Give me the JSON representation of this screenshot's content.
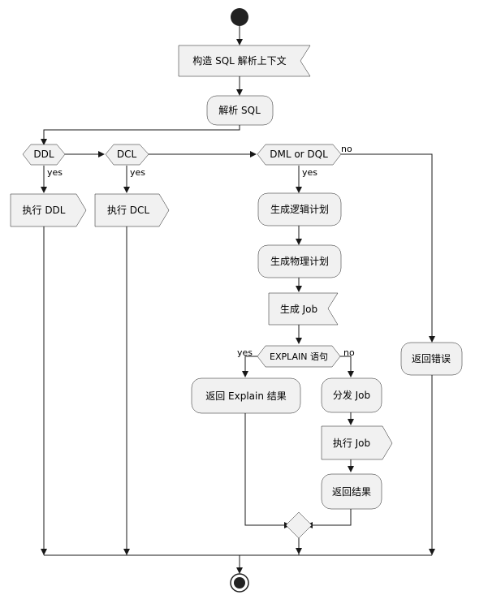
{
  "nodes": {
    "build_ctx": "构造 SQL 解析上下文",
    "parse_sql": "解析 SQL",
    "ddl": "DDL",
    "dcl": "DCL",
    "dml": "DML or DQL",
    "exec_ddl": "执行 DDL",
    "exec_dcl": "执行 DCL",
    "logical_plan": "生成逻辑计划",
    "physical_plan": "生成物理计划",
    "gen_job": "生成 Job",
    "explain": "EXPLAIN 语句",
    "return_explain": "返回 Explain 结果",
    "dispatch_job": "分发 Job",
    "exec_job": "执行 Job",
    "return_result": "返回结果",
    "return_error": "返回错误"
  },
  "labels": {
    "ddl_yes": "yes",
    "dcl_yes": "yes",
    "dml_yes": "yes",
    "dml_no": "no",
    "explain_yes": "yes",
    "explain_no": "no"
  }
}
